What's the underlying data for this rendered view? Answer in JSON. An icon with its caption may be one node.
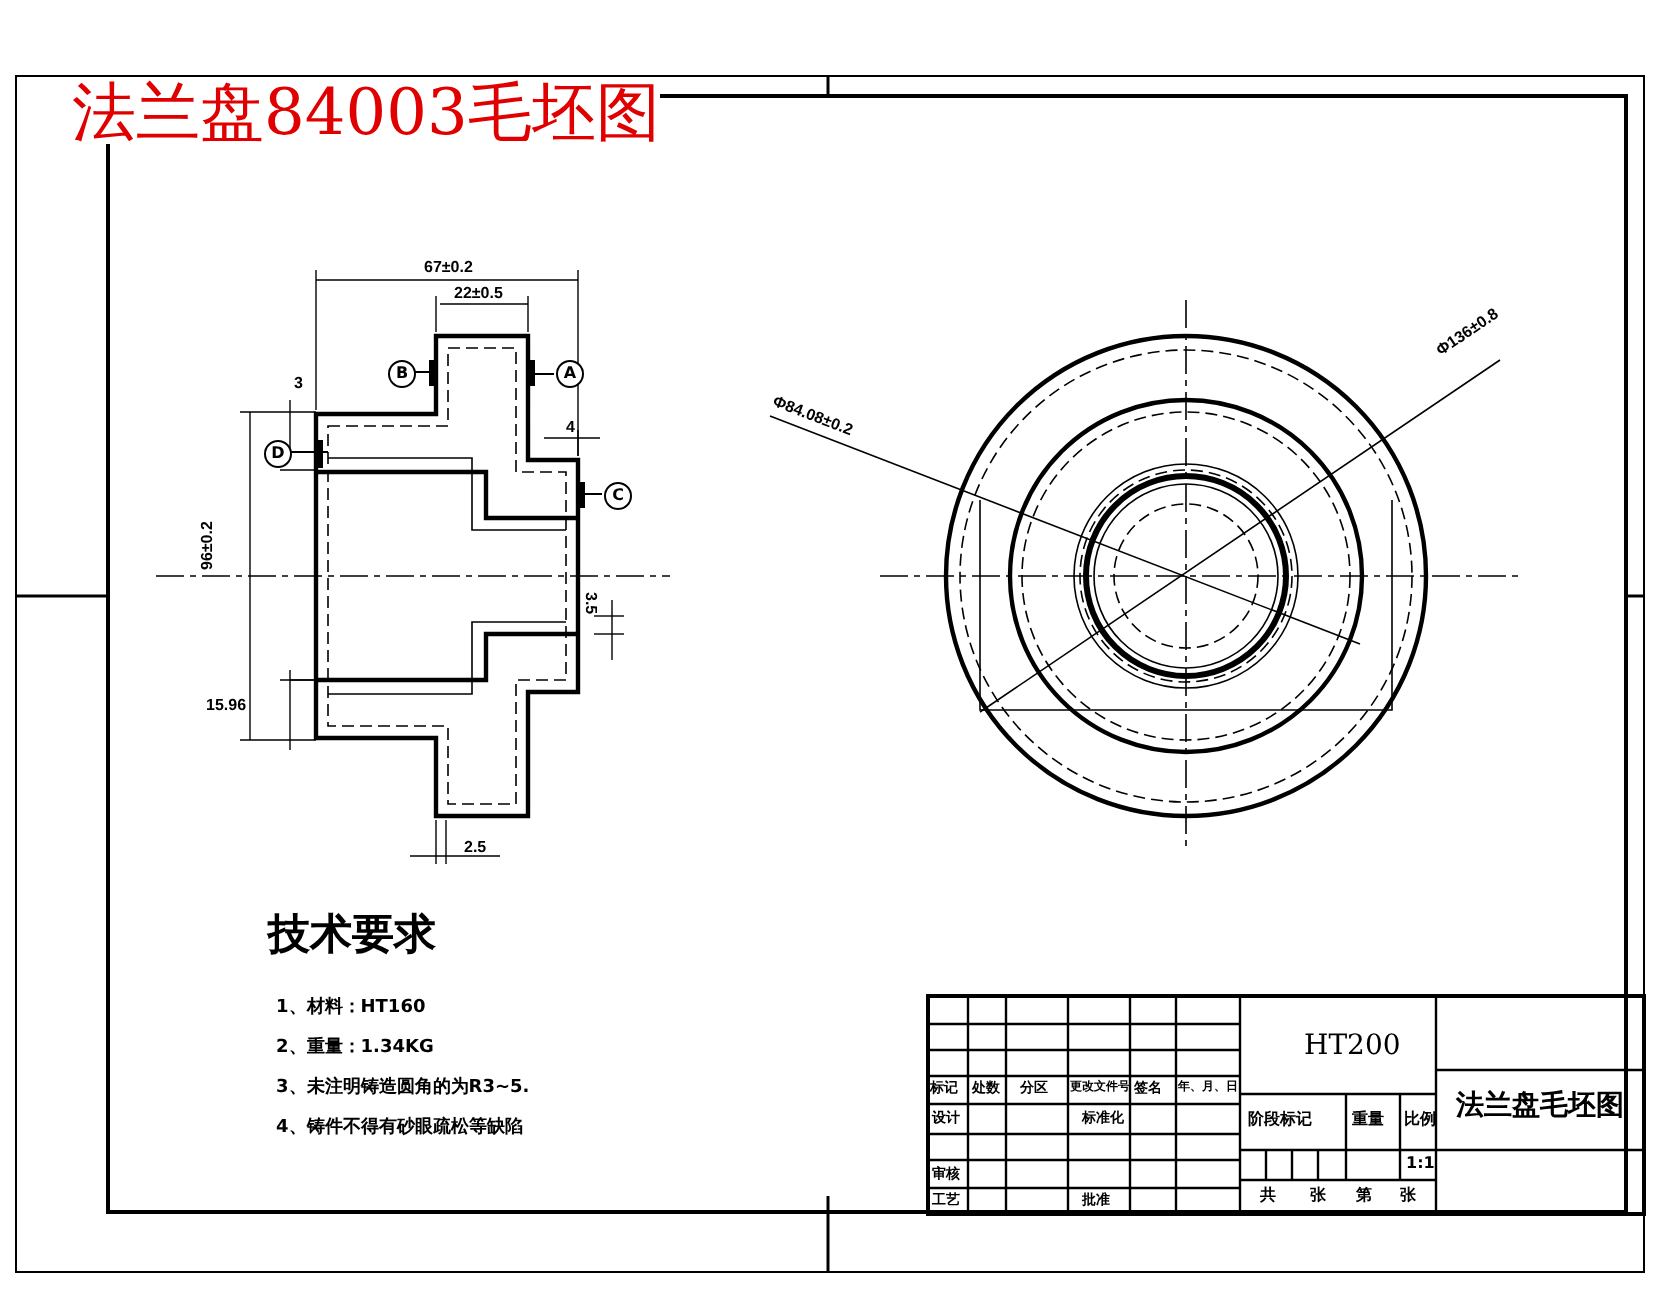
{
  "diagram": {
    "title": "法兰盘84003毛坯图",
    "labels": [
      "67±0.2",
      "22±0.5",
      "B",
      "A",
      "3",
      "D",
      "4",
      "C",
      "96±0.2",
      "3.5",
      "15.96",
      "2.5",
      "Φ84.08±0.2",
      "Φ136±0.8",
      "技术要求",
      "1、材料：HT160",
      "2、重量：1.34KG",
      "3、未注明铸造圆角的为R3~5.",
      "4、铸件不得有砂眼疏松等缺陷",
      "HT200",
      "标记",
      "处数",
      "分区",
      "更改文件号",
      "签名",
      "年、月、日",
      "法兰盘毛坯图",
      "设计",
      "标准化",
      "阶段标记",
      "重量",
      "比例",
      "1:1",
      "审核",
      "工艺",
      "批准",
      "共",
      "张",
      "第",
      "张"
    ]
  }
}
